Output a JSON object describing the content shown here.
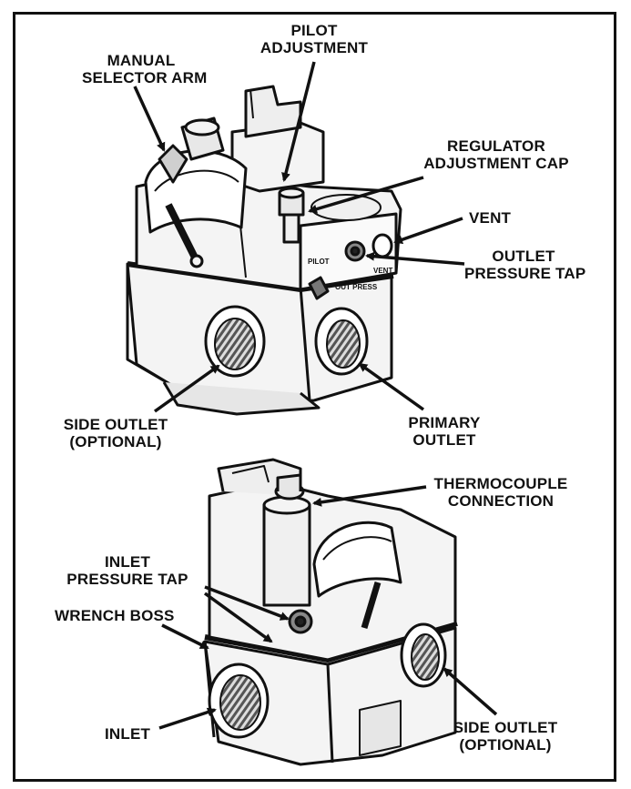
{
  "labels": {
    "pilot_adjustment": "PILOT\nADJUSTMENT",
    "manual_selector_arm": "MANUAL\nSELECTOR ARM",
    "regulator_adjustment_cap": "REGULATOR\nADJUSTMENT CAP",
    "vent": "VENT",
    "outlet_pressure_tap": "OUTLET\nPRESSURE TAP",
    "side_outlet_top": "SIDE OUTLET\n(OPTIONAL)",
    "primary_outlet": "PRIMARY\nOUTLET",
    "thermocouple_connection": "THERMOCOUPLE\nCONNECTION",
    "inlet_pressure_tap": "INLET\nPRESSURE TAP",
    "wrench_boss": "WRENCH BOSS",
    "inlet": "INLET",
    "side_outlet_bottom": "SIDE OUTLET\n(OPTIONAL)"
  },
  "valve_markings": {
    "pilot": "PILOT",
    "out_press": "OUT PRESS",
    "vent": "VENT"
  },
  "colors": {
    "line": "#111111",
    "body_fill": "#f4f4f4",
    "shade": "#9a9a9a",
    "background": "#ffffff"
  }
}
